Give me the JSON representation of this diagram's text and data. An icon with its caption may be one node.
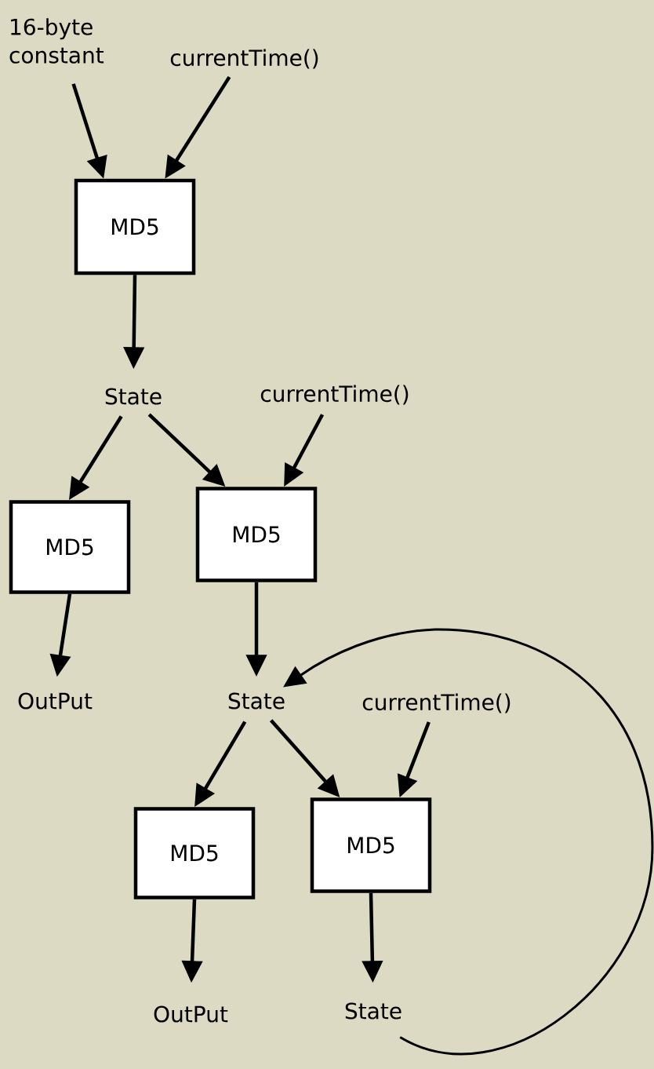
{
  "diagram": {
    "nodes": [
      {
        "text": [
          "16-byte constant"
        ]
      },
      {
        "text": [
          "currentTime()"
        ]
      },
      {
        "text": [
          "MD5"
        ]
      },
      {
        "text": [
          "State"
        ]
      },
      {
        "text": [
          "currentTime()"
        ]
      },
      {
        "text": [
          "MD5"
        ]
      },
      {
        "text": [
          "MD5"
        ]
      },
      {
        "text": [
          "OutPut"
        ]
      },
      {
        "text": [
          "State"
        ]
      },
      {
        "text": [
          "currentTime()"
        ]
      },
      {
        "text": [
          "MD5"
        ]
      },
      {
        "text": [
          "MD5"
        ]
      },
      {
        "text": [
          "OutPut"
        ]
      },
      {
        "text": [
          "State"
        ]
      }
    ],
    "edges": [
      {
        "from": 0,
        "to": 2,
        "arrow": "to"
      },
      {
        "from": 1,
        "to": 2,
        "arrow": "to"
      },
      {
        "from": 2,
        "to": 3,
        "arrow": "to"
      },
      {
        "from": 3,
        "to": 5,
        "arrow": "to"
      },
      {
        "from": 3,
        "to": 6,
        "arrow": "to"
      },
      {
        "from": 4,
        "to": 6,
        "arrow": "to"
      },
      {
        "from": 5,
        "to": 7,
        "arrow": "to"
      },
      {
        "from": 6,
        "to": 8,
        "arrow": "to"
      },
      {
        "from": 8,
        "to": 10,
        "arrow": "to"
      },
      {
        "from": 8,
        "to": 11,
        "arrow": "to"
      },
      {
        "from": 9,
        "to": 11,
        "arrow": "to"
      },
      {
        "from": 10,
        "to": 12,
        "arrow": "to"
      },
      {
        "from": 11,
        "to": 13,
        "arrow": "to"
      },
      {
        "from": 13,
        "to": 8,
        "arrow": "to"
      }
    ]
  }
}
